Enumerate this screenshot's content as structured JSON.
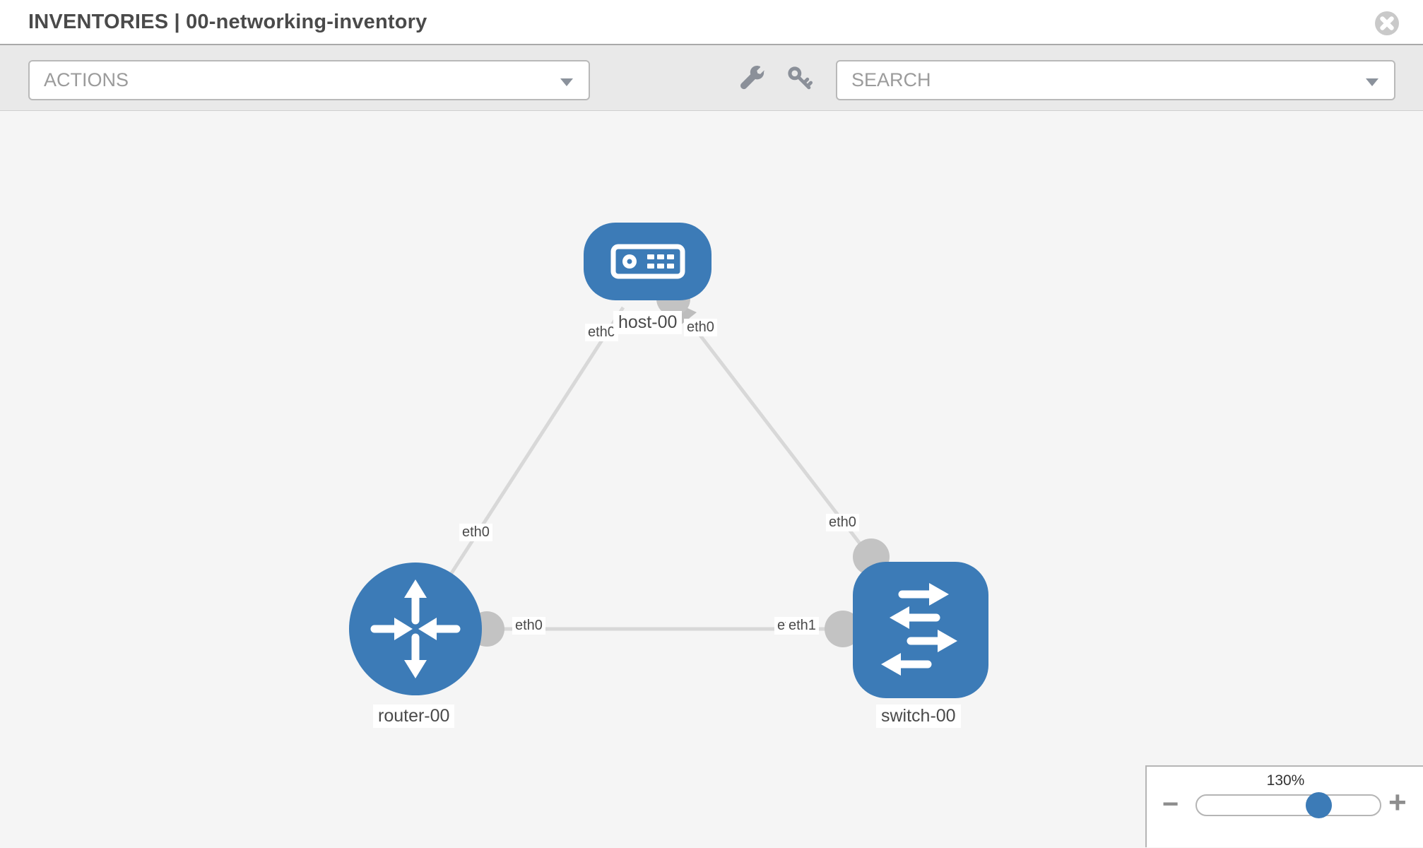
{
  "header": {
    "title": "INVENTORIES | 00-networking-inventory"
  },
  "toolbar": {
    "actions_label": "ACTIONS",
    "search_label": "SEARCH",
    "tool_icons": [
      "wrench",
      "key"
    ]
  },
  "topology": {
    "nodes": [
      {
        "id": "host-00",
        "label": "host-00",
        "type": "host"
      },
      {
        "id": "router-00",
        "label": "router-00",
        "type": "router"
      },
      {
        "id": "switch-00",
        "label": "switch-00",
        "type": "switch"
      }
    ],
    "port_labels": [
      {
        "text": "eth0",
        "node": "host-00",
        "side": "bottom-left"
      },
      {
        "text": "eth0",
        "node": "host-00",
        "side": "bottom-right"
      },
      {
        "text": "eth0",
        "node": "router-00",
        "side": "top"
      },
      {
        "text": "eth0",
        "node": "switch-00",
        "side": "top"
      },
      {
        "text": "eth0",
        "node": "router-00",
        "side": "right"
      },
      {
        "text": "eth0",
        "node": "switch-00",
        "side": "left-behind"
      },
      {
        "text": "eth1",
        "node": "switch-00",
        "side": "left"
      }
    ],
    "links": [
      {
        "from": "router-00",
        "from_port": "eth0",
        "to": "host-00",
        "to_port": "eth0"
      },
      {
        "from": "switch-00",
        "from_port": "eth0",
        "to": "host-00",
        "to_port": "eth0"
      },
      {
        "from": "router-00",
        "from_port": "eth0",
        "to": "switch-00",
        "to_port": "eth1"
      }
    ]
  },
  "zoom_control": {
    "level_label": "130%",
    "percent": 130,
    "minus_label": "−",
    "plus_label": "+"
  },
  "colors": {
    "node_blue": "#3c7bb7",
    "link_gray": "#d8d8d8",
    "interface_gray": "#c3c3c3",
    "toolbar_bg": "#e9e9e9",
    "canvas_bg": "#f5f5f5",
    "title_text": "#4a4a4a"
  }
}
